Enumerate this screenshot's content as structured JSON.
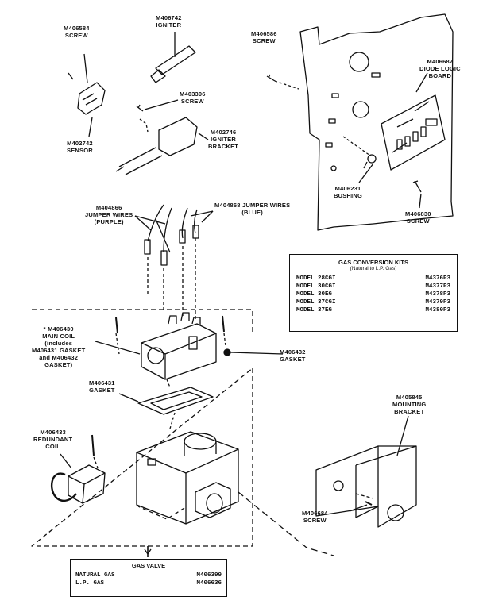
{
  "labels": {
    "screw_1": [
      "M406584",
      "SCREW"
    ],
    "igniter": [
      "M406742",
      "IGNITER"
    ],
    "screw_2": [
      "M403306",
      "SCREW"
    ],
    "sensor": [
      "M402742",
      "SENSOR"
    ],
    "igniter_bracket": [
      "M402746",
      "IGNITER",
      "BRACKET"
    ],
    "screw_3": [
      "M406586",
      "SCREW"
    ],
    "diode_board": [
      "M406687",
      "DIODE LOGIC",
      "BOARD"
    ],
    "bushing": [
      "M406231",
      "BUSHING"
    ],
    "screw_4": [
      "M406830",
      "SCREW"
    ],
    "jumper_purple": [
      "M404866",
      "JUMPER WIRES",
      "(PURPLE)"
    ],
    "jumper_blue": [
      "M404868 JUMPER WIRES",
      "(BLUE)"
    ],
    "main_coil": [
      "* M406430",
      "MAIN COIL",
      "(includes",
      "M406431 GASKET",
      "and M406432",
      "GASKET)"
    ],
    "gasket_1": [
      "M406432",
      "GASKET"
    ],
    "gasket_2": [
      "M406431",
      "GASKET"
    ],
    "redundant_coil": [
      "M406433",
      "REDUNDANT",
      "COIL"
    ],
    "mounting_bracket": [
      "M405845",
      "MOUNTING",
      "BRACKET"
    ],
    "screw_5": [
      "M406684",
      "SCREW"
    ]
  },
  "conversion_kits": {
    "title": "GAS CONVERSION KITS",
    "subtitle": "(Natural to L.P. Gas)",
    "rows": [
      {
        "model": "MODEL 28CGI",
        "part": "M4376P3"
      },
      {
        "model": "MODEL 30CGI",
        "part": "M4377P3"
      },
      {
        "model": "MODEL 30EG",
        "part": "M4378P3"
      },
      {
        "model": "MODEL 37CGI",
        "part": "M4379P3"
      },
      {
        "model": "MODEL 37EG",
        "part": "M4380P3"
      }
    ]
  },
  "gas_valve": {
    "title": "GAS VALVE",
    "rows": [
      {
        "name": "NATURAL GAS",
        "part": "M406399"
      },
      {
        "name": "L.P. GAS",
        "part": "M406636"
      }
    ]
  }
}
